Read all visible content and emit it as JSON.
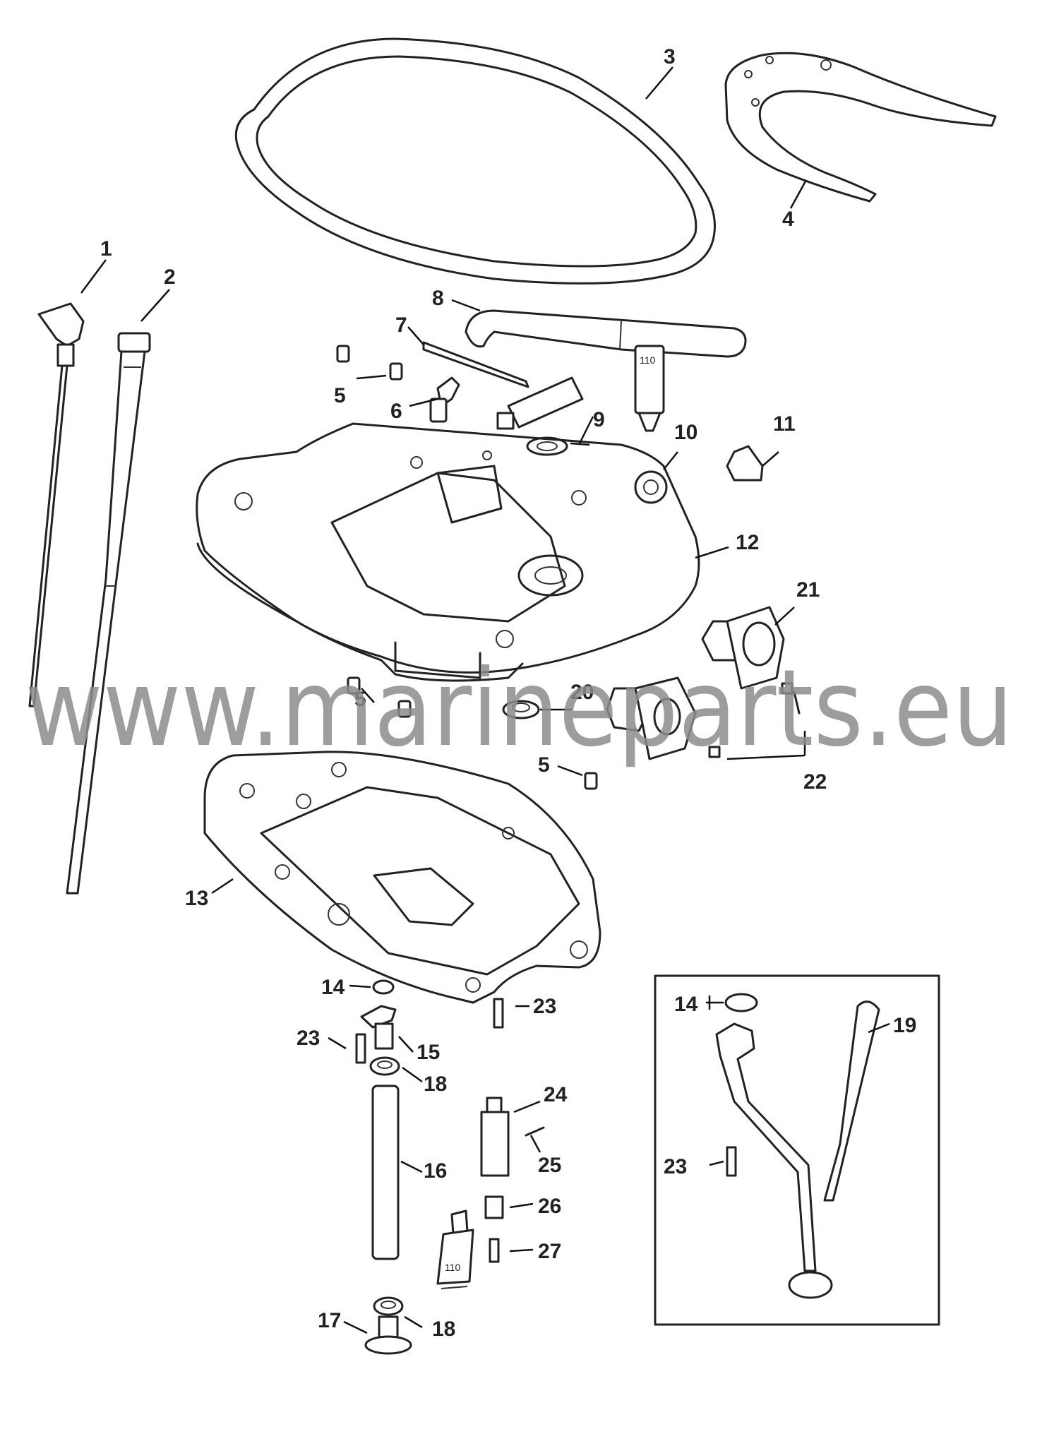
{
  "watermark": "www.marineparts.eu",
  "tube_label": "110",
  "callouts": {
    "c1": "1",
    "c2": "2",
    "c3": "3",
    "c4": "4",
    "c5a": "5",
    "c5b": "5",
    "c5c": "5",
    "c6": "6",
    "c7": "7",
    "c8": "8",
    "c9": "9",
    "c10": "10",
    "c11": "11",
    "c12": "12",
    "c13": "13",
    "c14a": "14",
    "c14b": "14",
    "c15": "15",
    "c16": "16",
    "c17": "17",
    "c18a": "18",
    "c18b": "18",
    "c19": "19",
    "c20": "20",
    "c21": "21",
    "c22": "22",
    "c23a": "23",
    "c23b": "23",
    "c23c": "23",
    "c24": "24",
    "c25": "25",
    "c26": "26",
    "c27": "27"
  }
}
